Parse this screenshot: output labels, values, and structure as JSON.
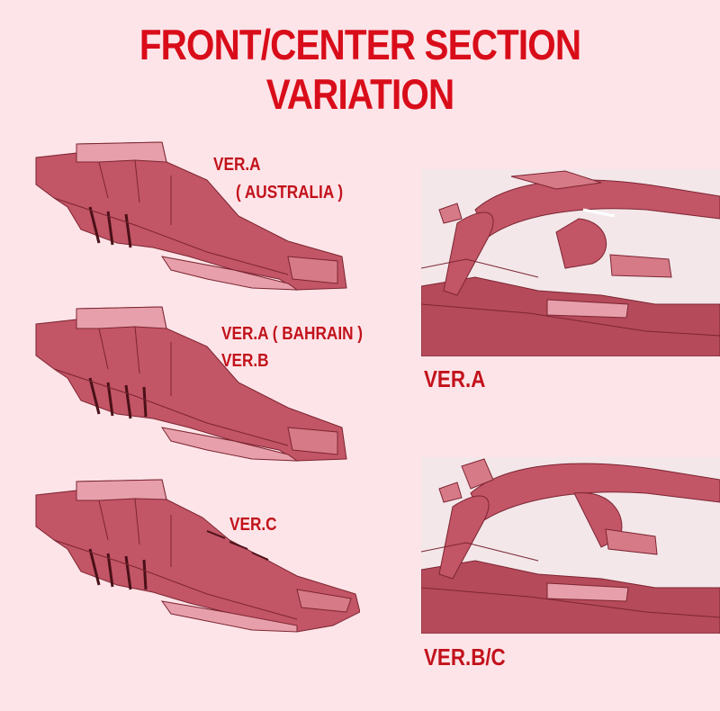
{
  "title": "FRONT/CENTER SECTION VARIATION",
  "colors": {
    "background": "#fde4e8",
    "title": "#d90d1a",
    "label": "#c2121b",
    "body_fill": "#c25566",
    "body_light": "#e7a0ab",
    "body_dark": "#7d2532",
    "panel_bg": "#f3e7ea"
  },
  "labels": {
    "left_a_line1": "VER.A",
    "left_a_line2": "( AUSTRALIA )",
    "left_b_line1": "VER.A ( BAHRAIN )",
    "left_b_line2": "VER.B",
    "left_c": "VER.C",
    "right_top": "VER.A",
    "right_bottom": "VER.B/C"
  }
}
